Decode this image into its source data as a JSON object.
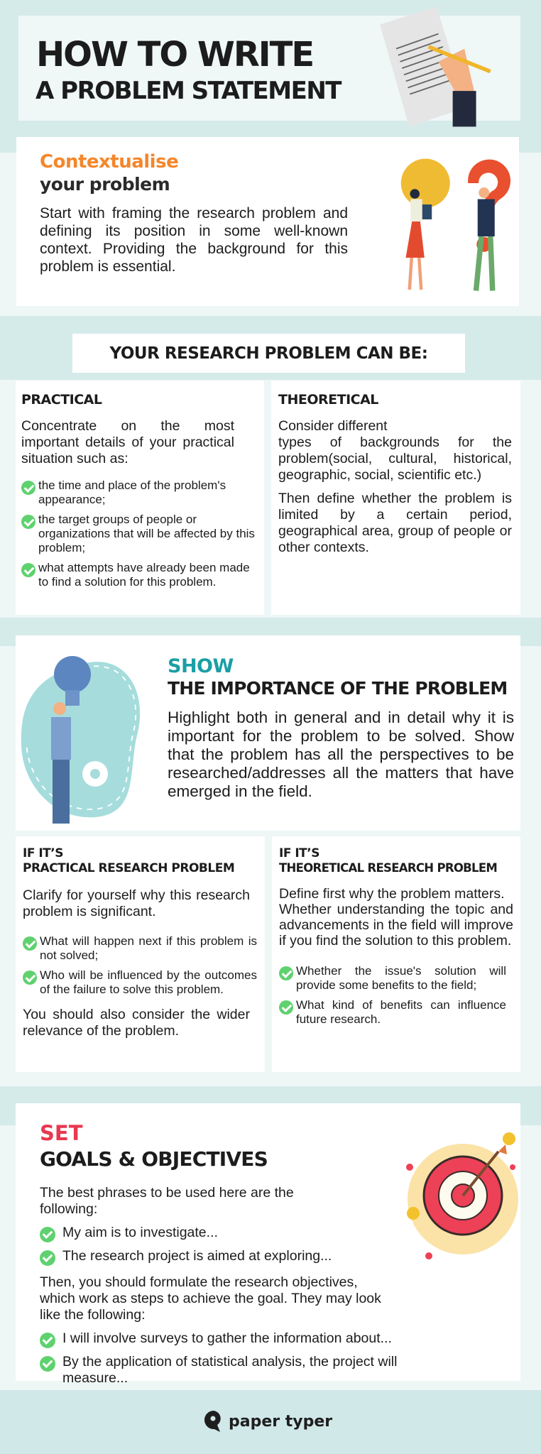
{
  "colors": {
    "band": "#d5ebea",
    "orange": "#f5862a",
    "teal": "#1a9fa5",
    "red": "#e8384f",
    "check": "#5fd16f"
  },
  "header": {
    "line1": "HOW TO WRITE",
    "line2": "A PROBLEM STATEMENT",
    "icon": "hand-writing-document"
  },
  "context": {
    "title": "Contextualise",
    "subtitle": "your problem",
    "body": "Start with framing the research problem and defining its position in some well-known context. Providing the background for this problem is essential.",
    "icon": "people-lightbulb-question"
  },
  "banner": "YOUR RESEARCH PROBLEM CAN BE:",
  "practical": {
    "title": "PRACTICAL",
    "intro": "Concentrate on the most important details of your practical situation such as:",
    "items": [
      "the time and place of the problem's appearance;",
      "the target groups of people or organizations that will be affected by this problem;",
      "what attempts have already been made to find a solution for this problem."
    ]
  },
  "theoretical": {
    "title": "THEORETICAL",
    "line1": "Consider different",
    "body": "types of backgrounds for the problem(social, cultural, historical, geographic, social, scientific etc.)",
    "body2": "Then define whether the problem is limited by a certain period, geographical area, group of people or other contexts."
  },
  "show": {
    "title": "SHOW",
    "subtitle": "THE IMPORTANCE OF THE PROBLEM",
    "body": "Highlight both in general and in detail why it is important for the problem to be solved. Show that the problem has all the perspectives to be researched/addresses all the matters that have emerged in the field.",
    "icon": "man-puzzle-lightbulb"
  },
  "ifpractical": {
    "title1": "IF IT’S",
    "title2": "PRACTICAL RESEARCH PROBLEM",
    "intro": "Clarify for yourself why this research problem is significant.",
    "items": [
      "What will happen next if this problem is not solved;",
      "Who will be influenced by the outcomes of the failure to solve this problem."
    ],
    "outro": "You should also consider the wider relevance of the problem."
  },
  "iftheoretical": {
    "title1": "IF IT’S",
    "title2": "THEORETICAL RESEARCH PROBLEM",
    "intro1": "Define first why the problem matters.",
    "intro2": "Whether understanding the topic and advancements in the field will improve if you find the solution to this problem.",
    "items": [
      "Whether the issue's solution will provide some benefits to the field;",
      "What kind of benefits can influence future research."
    ]
  },
  "goals": {
    "title": "SET",
    "subtitle": "GOALS & OBJECTIVES",
    "intro": "The best phrases to be used here are the following:",
    "items1": [
      "My aim is to investigate...",
      "The research project is aimed at exploring..."
    ],
    "middle": "Then, you should formulate the research objectives, which work as steps to achieve the goal. They may look like the following:",
    "items2": [
      "I will involve surveys to gather the information about...",
      "By the application of statistical analysis, the project will measure..."
    ],
    "icon": "target-arrow"
  },
  "footer": {
    "brand": "paper typer"
  }
}
